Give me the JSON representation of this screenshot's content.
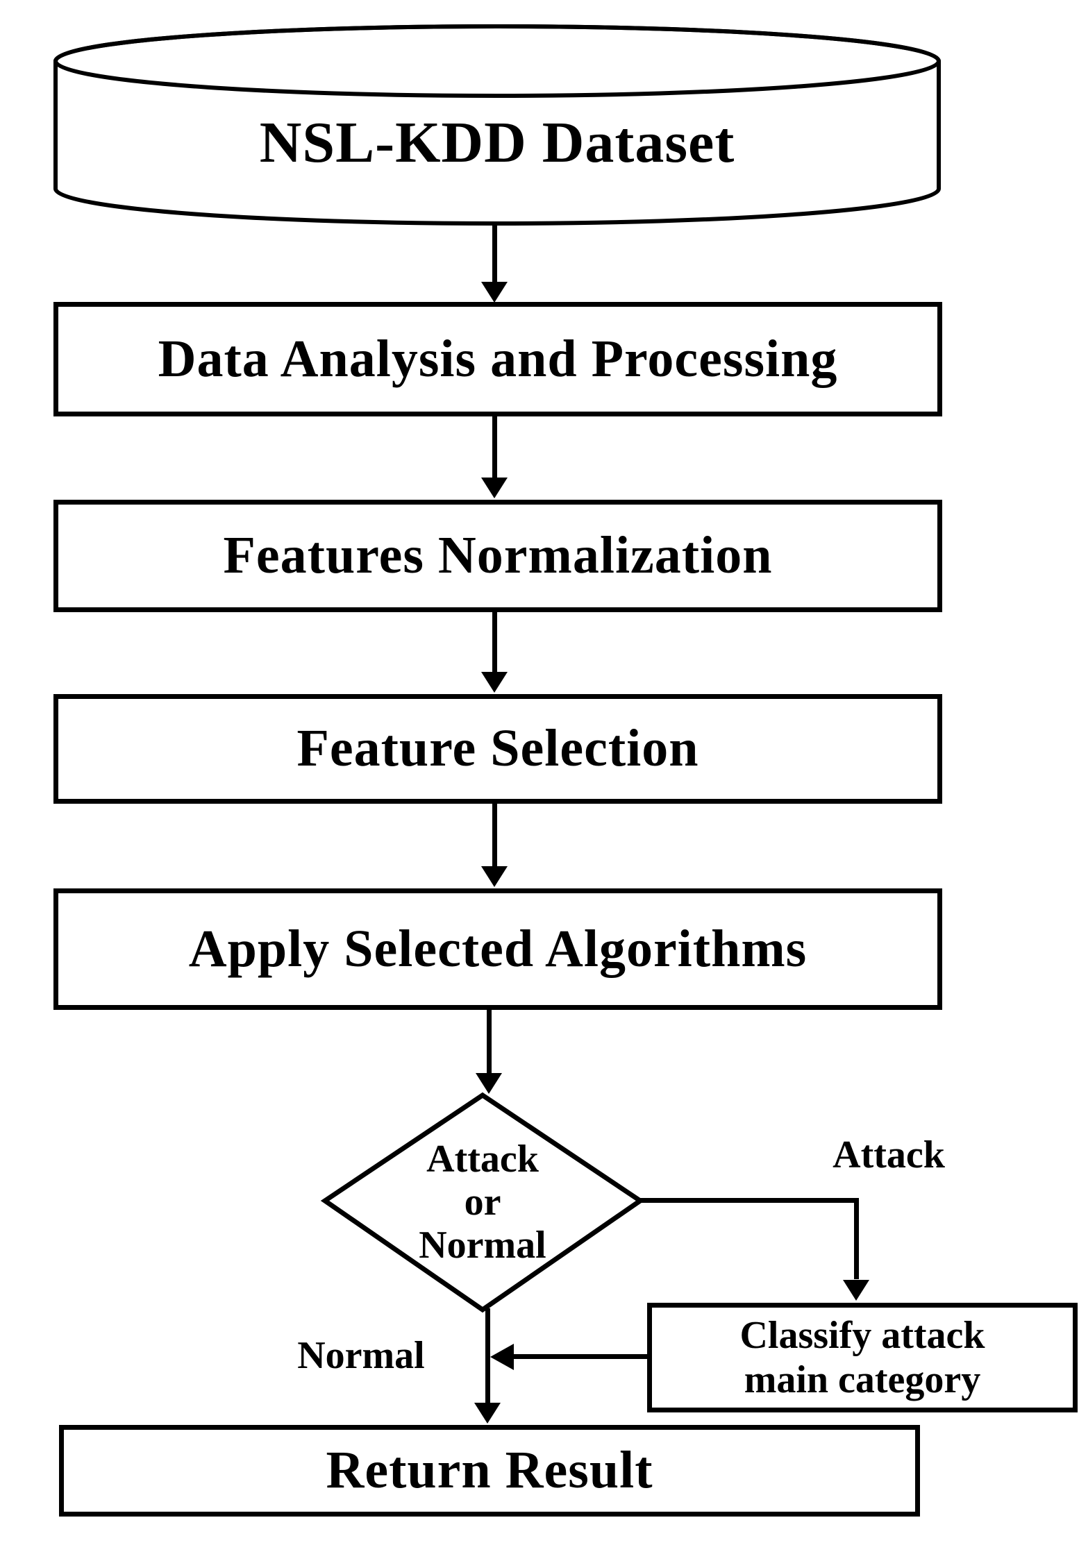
{
  "diagram": {
    "background_color": "#ffffff",
    "line_color": "#000000",
    "nodes": {
      "dataset": {
        "shape": "cylinder",
        "label": "NSL-KDD Dataset"
      },
      "data_analysis": {
        "shape": "process",
        "label": "Data Analysis and Processing"
      },
      "features_normalization": {
        "shape": "process",
        "label": "Features Normalization"
      },
      "feature_selection": {
        "shape": "process",
        "label": "Feature Selection"
      },
      "apply_algorithms": {
        "shape": "process",
        "label": "Apply Selected Algorithms"
      },
      "decision": {
        "shape": "diamond",
        "lines": [
          "Attack",
          "or",
          "Normal"
        ]
      },
      "classify_attack": {
        "shape": "process",
        "lines": [
          "Classify attack",
          "main category"
        ]
      },
      "return_result": {
        "shape": "process",
        "label": "Return Result"
      }
    },
    "edge_labels": {
      "attack_branch": "Attack",
      "normal_branch": "Normal"
    }
  }
}
